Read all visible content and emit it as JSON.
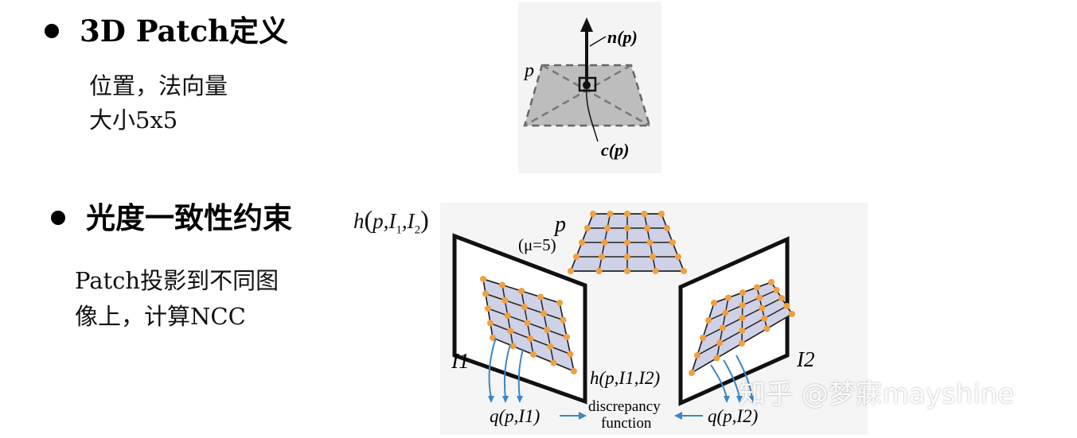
{
  "section1": {
    "heading": "3D Patch定义",
    "lines": [
      "位置，法向量",
      "大小5x5"
    ]
  },
  "section2": {
    "heading": "光度一致性约束",
    "formula": {
      "fn": "h",
      "p": "p",
      "i1": "I",
      "i1_sub": "1",
      "i2": "I",
      "i2_sub": "2"
    },
    "lines": [
      "Patch投影到不同图",
      "像上，计算NCC"
    ]
  },
  "figure_patch": {
    "normal_label": "n(p)",
    "patch_label": "p",
    "center_label": "c(p)"
  },
  "figure_projection": {
    "patch_label": "p",
    "mu_label": "(μ=5)",
    "image1_label": "I1",
    "image2_label": "I2",
    "h_label": "h(p,I1,I2)",
    "q1_label": "q(p,I1)",
    "q2_label": "q(p,I2)",
    "discrepancy_line1": "discrepancy",
    "discrepancy_line2": "function"
  },
  "watermark": "知乎 @梦寐mayshine",
  "colors": {
    "grid_point": "#f0a040",
    "patch_fill": "#cfd2e6",
    "arrow": "#3a86c8",
    "top_patch_fill": "#bdbdbd"
  }
}
